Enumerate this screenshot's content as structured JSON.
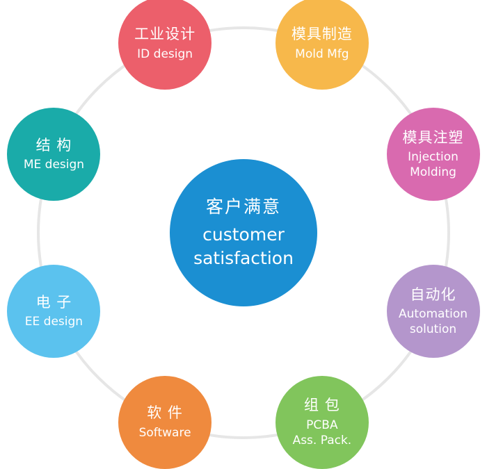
{
  "center": {
    "zh": "客户满意",
    "en": "customer\nsatisfaction",
    "color": "#1b8fd2"
  },
  "nodes": [
    {
      "id": "id-design",
      "zh": "工业设计",
      "en": "ID design",
      "color": "#ec5f6b"
    },
    {
      "id": "mold-mfg",
      "zh": "模具制造",
      "en": "Mold Mfg",
      "color": "#f7b84b"
    },
    {
      "id": "injection",
      "zh": "模具注塑",
      "en": "Injection\nMolding",
      "color": "#d96aaf"
    },
    {
      "id": "automation",
      "zh": "自动化",
      "en": "Automation\nsolution",
      "color": "#b496cc"
    },
    {
      "id": "pcba",
      "zh": "组 包",
      "en": "PCBA\nAss. Pack.",
      "color": "#81c55c"
    },
    {
      "id": "software",
      "zh": "软 件",
      "en": "Software",
      "color": "#ef8a3e"
    },
    {
      "id": "ee-design",
      "zh": "电 子",
      "en": "EE design",
      "color": "#5bc2ee"
    },
    {
      "id": "me-design",
      "zh": "结 构",
      "en": "ME design",
      "color": "#1aaba9"
    }
  ],
  "ring_color": "#e6e6e6"
}
